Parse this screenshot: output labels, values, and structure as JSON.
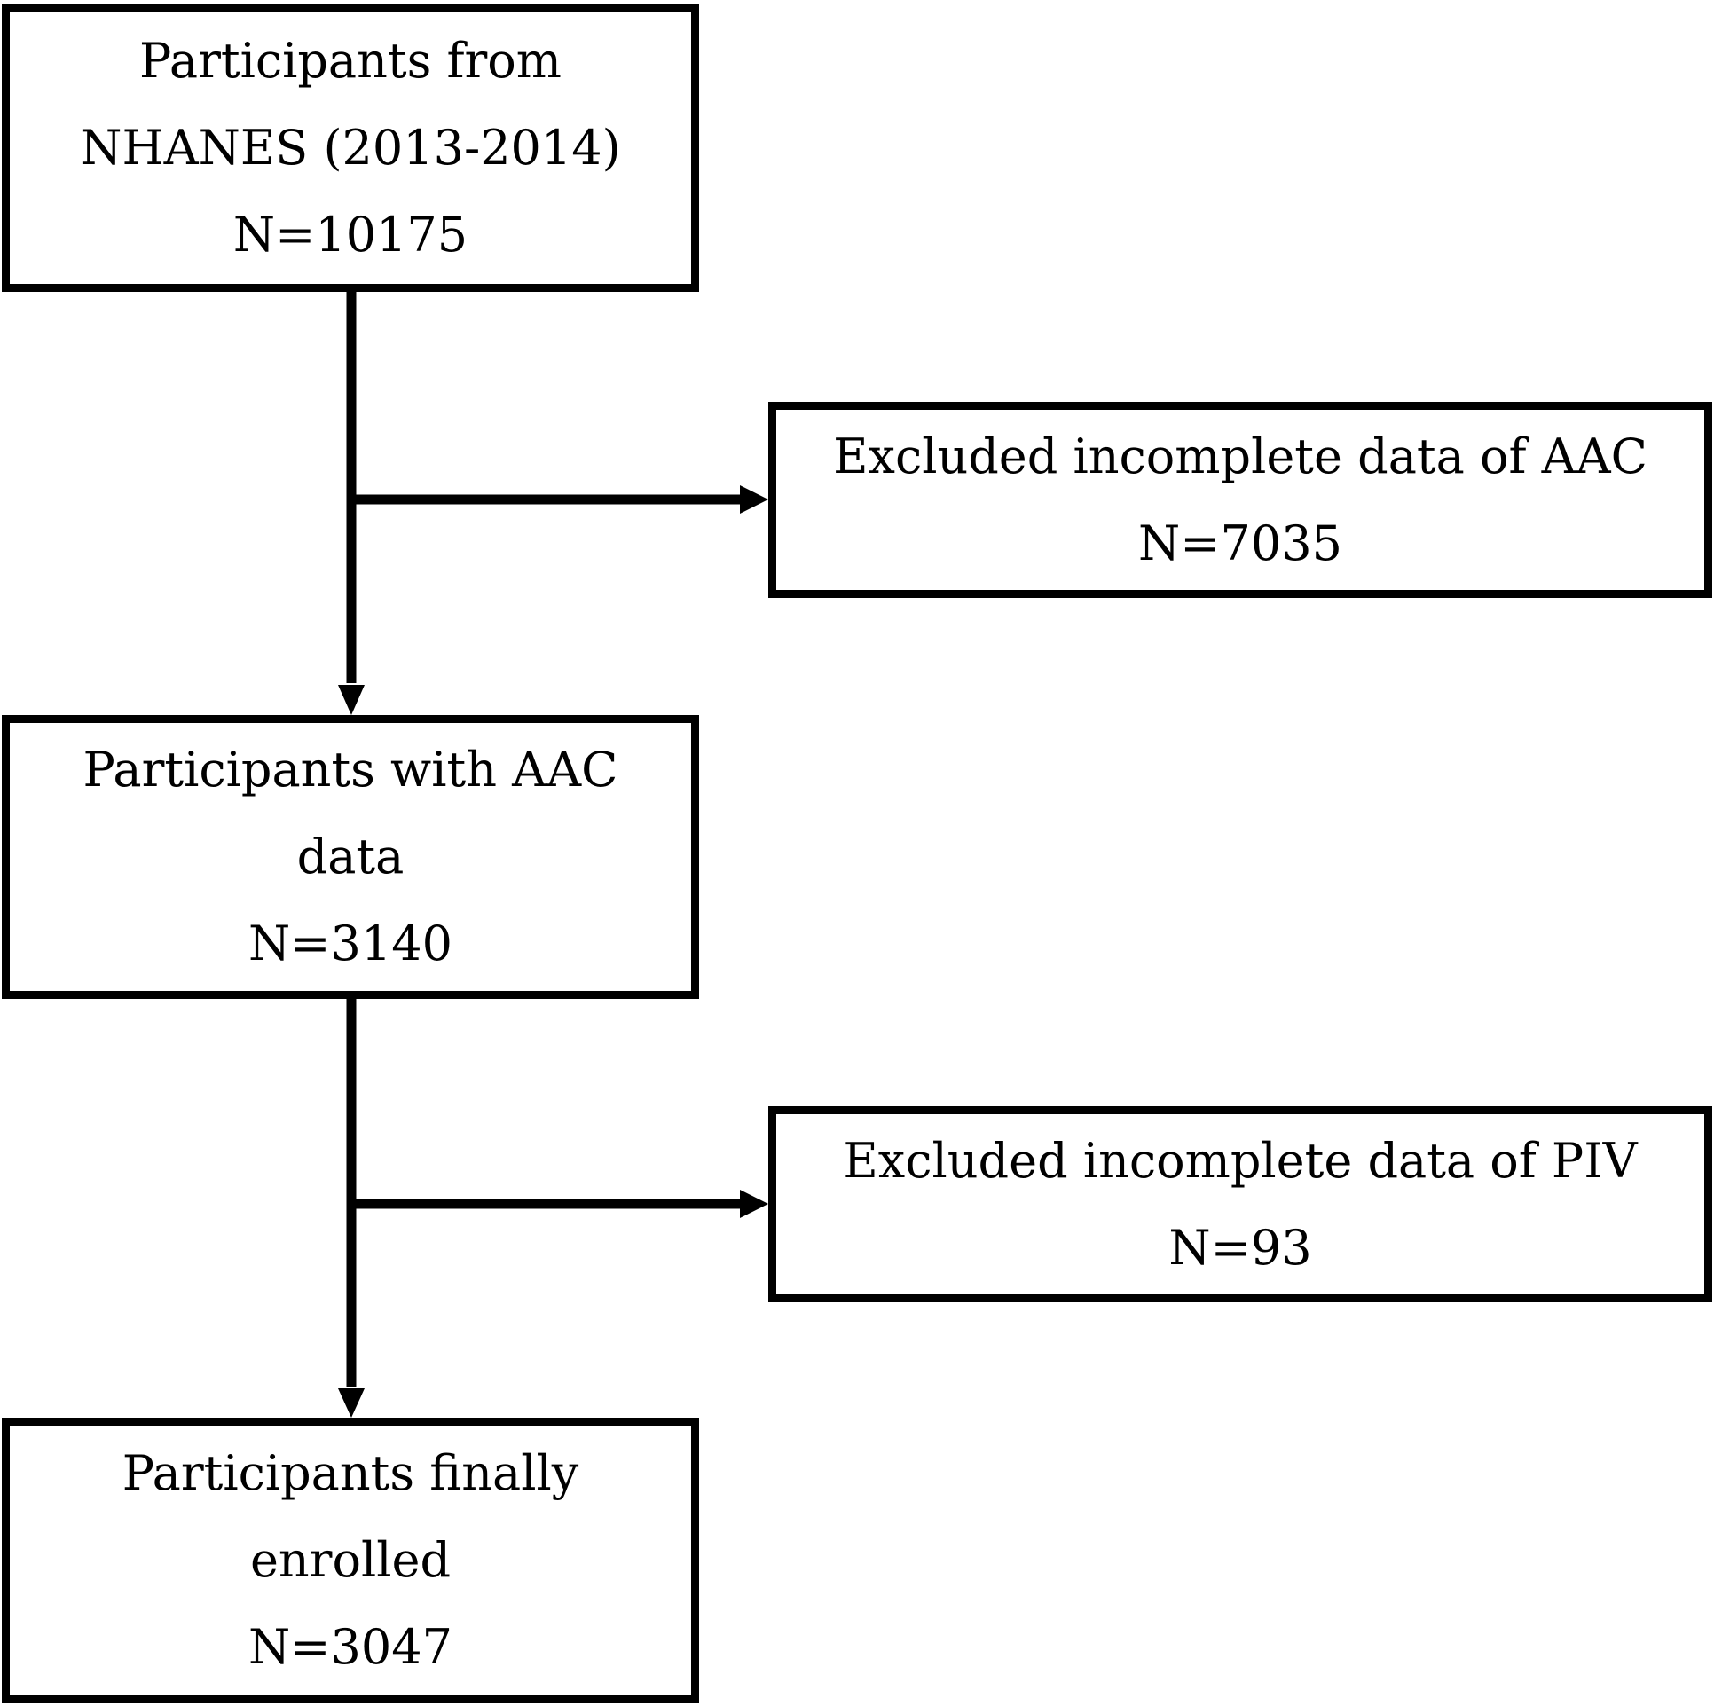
{
  "flow": {
    "source": {
      "title_line1": "Participants from",
      "title_line2": "NHANES (2013-2014)",
      "count": "N=10175"
    },
    "excluded_aac": {
      "title": "Excluded incomplete data of AAC",
      "count": "N=7035"
    },
    "with_aac": {
      "title_line1": "Participants with AAC",
      "title_line2": "data",
      "count": "N=3140"
    },
    "excluded_piv": {
      "title": "Excluded incomplete data of PIV",
      "count": "N=93"
    },
    "final": {
      "title_line1": "Participants finally",
      "title_line2": "enrolled",
      "count": "N=3047"
    }
  },
  "colors": {
    "stroke": "#000000",
    "background": "#ffffff"
  }
}
